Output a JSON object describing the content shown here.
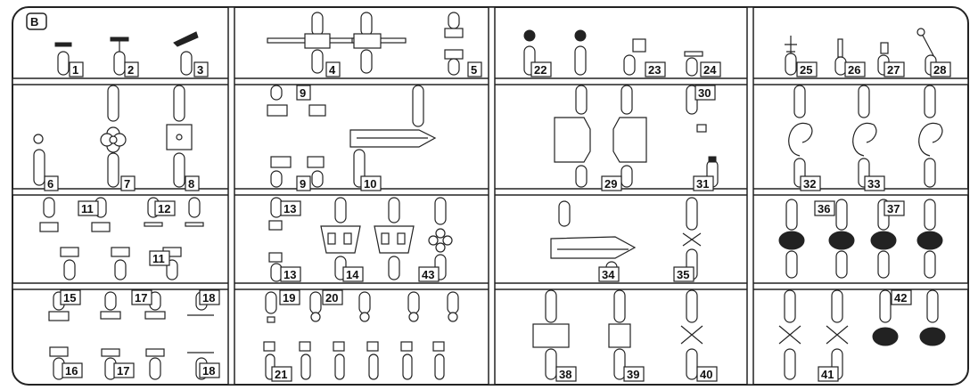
{
  "sprue": {
    "letter": "B",
    "labels": [
      "1",
      "2",
      "3",
      "4",
      "5",
      "6",
      "7",
      "8",
      "9",
      "9",
      "10",
      "11",
      "11",
      "12",
      "13",
      "13",
      "14",
      "15",
      "16",
      "17",
      "17",
      "18",
      "18",
      "19",
      "20",
      "21",
      "22",
      "23",
      "24",
      "25",
      "26",
      "27",
      "28",
      "29",
      "30",
      "31",
      "32",
      "33",
      "34",
      "35",
      "36",
      "37",
      "38",
      "39",
      "40",
      "41",
      "42",
      "43"
    ]
  }
}
